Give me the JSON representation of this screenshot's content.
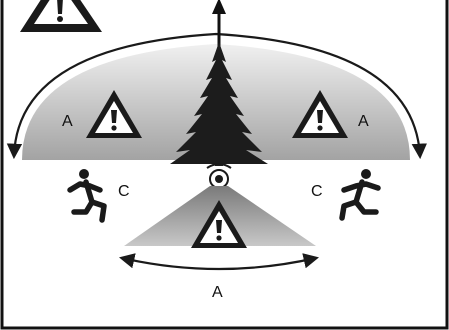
{
  "zones": {
    "upper_left": {
      "label": "A"
    },
    "upper_right": {
      "label": "A"
    },
    "lower": {
      "label": "A"
    },
    "left_runner": {
      "label": "C"
    },
    "right_runner": {
      "label": "C"
    }
  },
  "icons": {
    "warning": "warning-triangle-icon",
    "tree": "fir-tree-icon",
    "runner": "running-person-icon",
    "sensor": "sensor-icon"
  },
  "colors": {
    "frame": "#111111",
    "zone_fill_light": "#d6d6d6",
    "zone_fill_dark": "#6a6a6a",
    "ink": "#1a1a1a"
  }
}
